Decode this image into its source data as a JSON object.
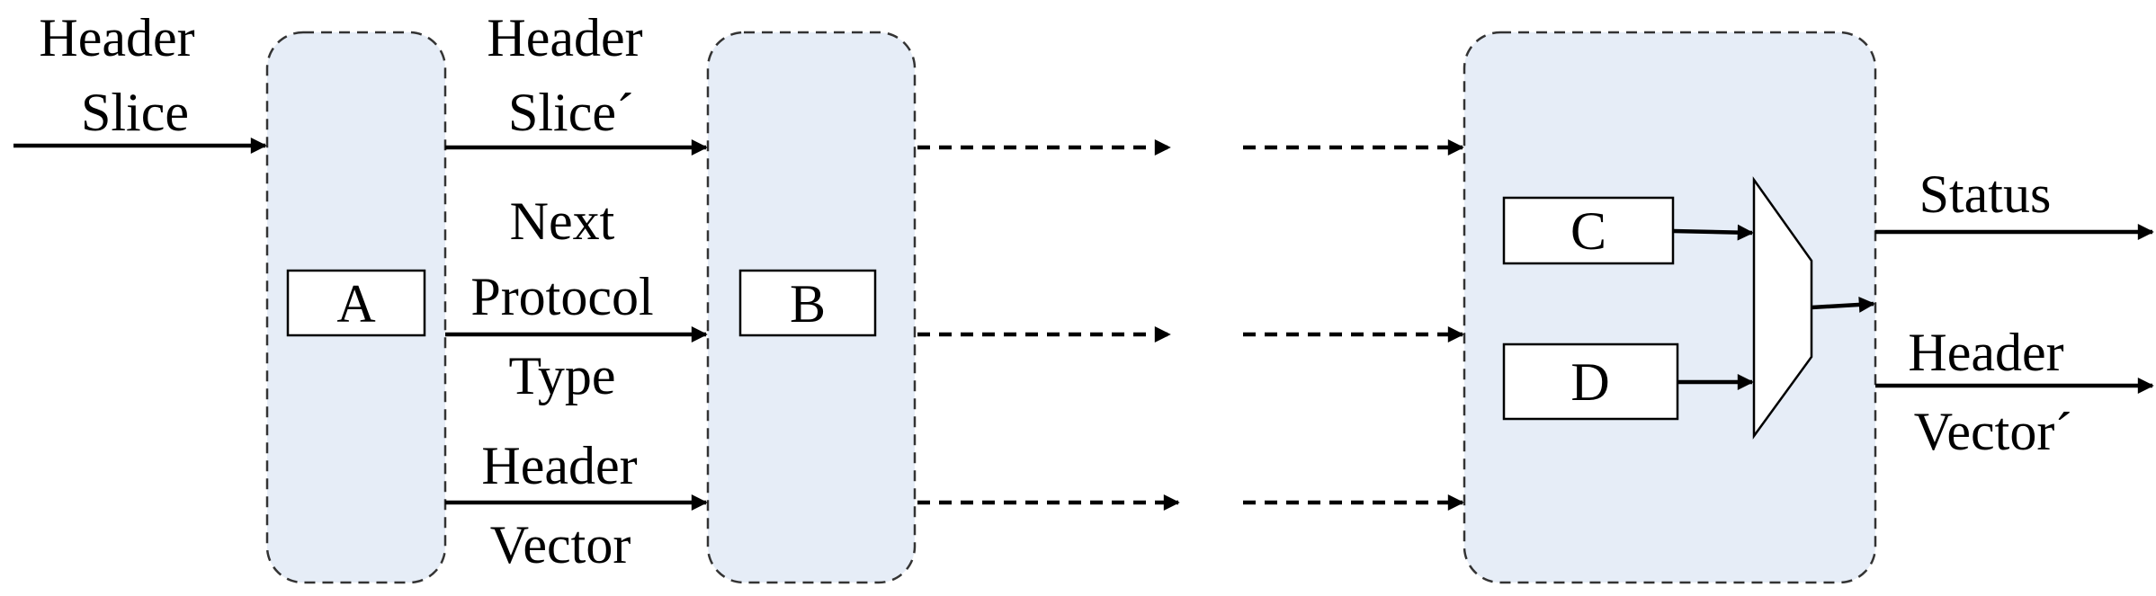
{
  "labels": {
    "input_header_slice_l1": "Header",
    "input_header_slice_l2": "Slice",
    "header_slice_prime_l1": "Header",
    "header_slice_prime_l2": "Slice´",
    "next_protocol_type_l1": "Next",
    "next_protocol_type_l2": "Protocol",
    "next_protocol_type_l3": "Type",
    "header_vector_l1": "Header",
    "header_vector_l2": "Vector",
    "status": "Status",
    "header_vector_prime_l1": "Header",
    "header_vector_prime_l2": "Vector´"
  },
  "blocks": {
    "a": "A",
    "b": "B",
    "c": "C",
    "d": "D"
  },
  "colors": {
    "stage_fill": "#e6edf7",
    "stage_border": "#333333",
    "line": "#000000"
  }
}
